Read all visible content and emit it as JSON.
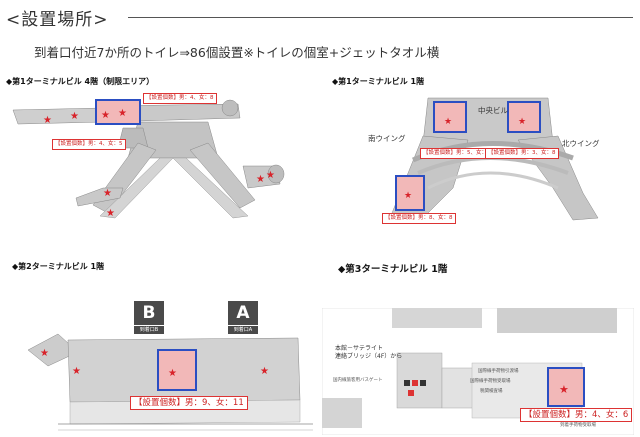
{
  "page": {
    "title": "<設置場所>",
    "subtitle": "到着口付近7か所のトイレ⇒86個設置※トイレの個室+ジェットタオル横"
  },
  "sections": {
    "t1_4f": {
      "label": "◆第1ターミナルビル 4階（制限エリア）",
      "counts": [
        "【設置個数】男：4、女：8",
        "【設置個数】男：4、女：5"
      ]
    },
    "t1_1f": {
      "label": "◆第1ターミナルビル 1階",
      "wings": [
        "中央ビル",
        "南ウイング",
        "北ウイング"
      ],
      "counts": [
        "【設置個数】男：5、女：6",
        "【設置個数】男：3、女：8",
        "【設置個数】男：8、女：8"
      ]
    },
    "t2_1f": {
      "label": "◆第2ターミナルビル 1階",
      "gates": [
        {
          "letter": "B",
          "sub": "到着口B"
        },
        {
          "letter": "A",
          "sub": "到着口A"
        }
      ],
      "count": "【設置個数】男：9、女：11"
    },
    "t3_1f": {
      "label": "◆第3ターミナルビル 1階",
      "notes": [
        "本館－サテライト",
        "連絡ブリッジ（4F）から",
        "国際線手荷物引渡場",
        "税関検査場",
        "国内線旅客用バスゲート",
        "到着手荷物受取場",
        "国際線手荷物受取場"
      ],
      "count": "【設置個数】男：4、女：6"
    }
  },
  "colors": {
    "marker": "#d8232a",
    "highlight_border": "#2b4ec2",
    "highlight_fill": "#f2b8b8",
    "count_text": "#cc2222",
    "map_fill": "#c9c9c9"
  }
}
